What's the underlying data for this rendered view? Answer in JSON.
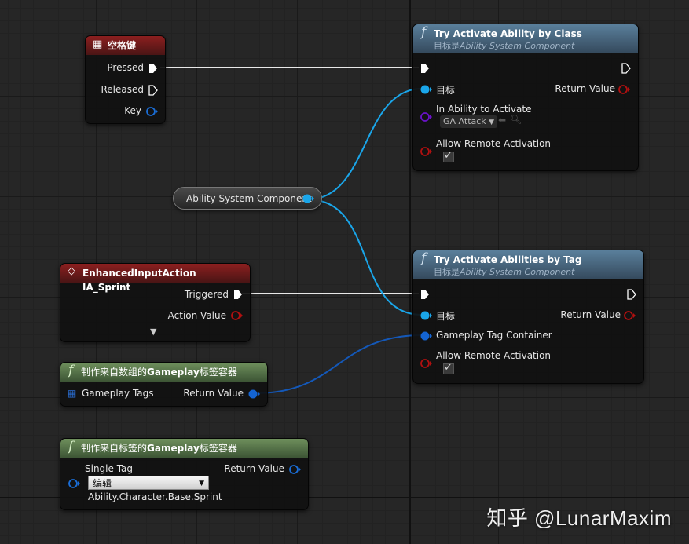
{
  "nodes": {
    "space_key": {
      "title": "空格键",
      "pressed": "Pressed",
      "released": "Released",
      "key": "Key"
    },
    "try_activate_class": {
      "title": "Try Activate Ability by Class",
      "target_prefix": "目标是",
      "target_class": "Ability System Component",
      "target_pin": "目标",
      "return_value": "Return Value",
      "in_ability": "In Ability to Activate",
      "ability_value": "GA Attack",
      "allow_remote": "Allow Remote Activation"
    },
    "asc_variable": {
      "label": "Ability System Component"
    },
    "enhanced_input": {
      "title": "EnhancedInputAction IA_Sprint",
      "triggered": "Triggered",
      "action_value": "Action Value"
    },
    "try_activate_tag": {
      "title": "Try Activate Abilities by Tag",
      "target_prefix": "目标是",
      "target_class": "Ability System Component",
      "target_pin": "目标",
      "return_value": "Return Value",
      "tag_container": "Gameplay Tag Container",
      "allow_remote": "Allow Remote Activation"
    },
    "make_from_array": {
      "title_pre": "制作来自数组的",
      "title_bold": "Gameplay",
      "title_post": "标签容器",
      "gameplay_tags": "Gameplay Tags",
      "return_value": "Return Value"
    },
    "make_from_tag": {
      "title_pre": "制作来自标签的",
      "title_bold": "Gameplay",
      "title_post": "标签容器",
      "single_tag": "Single Tag",
      "return_value": "Return Value",
      "select_value": "编辑",
      "tag_value": "Ability.Character.Base.Sprint"
    }
  },
  "watermark": "知乎 @LunarMaxim",
  "colors": {
    "object_pin": "#1aa6ea",
    "bool_pin": "#8c0000",
    "struct_pin": "#0a5ec8",
    "class_pin": "#5a00b0",
    "exec_pin": "#ffffff"
  }
}
